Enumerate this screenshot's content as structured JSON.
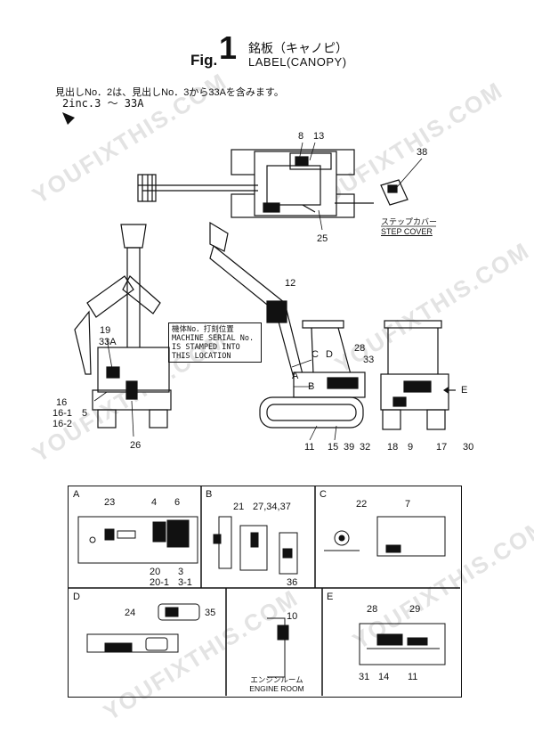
{
  "title": {
    "prefix": "Fig.",
    "number": "1",
    "jp": "銘板（キャノピ）",
    "en": "LABEL(CANOPY)"
  },
  "notes": {
    "jp": "見出しNo．2は、見出しNo．3から33Aを含みます。",
    "en": "2inc.3 ～ 33A"
  },
  "serial_box": {
    "line1": "機体No．打刻位置",
    "line2": "MACHINE SERIAL No.",
    "line3": "IS STAMPED INTO",
    "line4": "THIS LOCATION"
  },
  "step_cover": {
    "jp": "ステップカバー",
    "en": "STEP COVER"
  },
  "engine_room": {
    "jp": "エンジンルーム",
    "en": "ENGINE ROOM"
  },
  "watermark": "YOUFIXTHIS.COM",
  "callouts": {
    "c8": "8",
    "c13": "13",
    "c38": "38",
    "c25": "25",
    "c12": "12",
    "c19": "19",
    "c33A": "33A",
    "c16": "16",
    "c16_1": "16-1",
    "c16_2": "16-2",
    "c5": "5",
    "c26": "26",
    "c28": "28",
    "c33": "33",
    "c11": "11",
    "c15": "15",
    "c39": "39",
    "c32": "32",
    "c18": "18",
    "c9": "9",
    "c17": "17",
    "c30": "30",
    "cA": "A",
    "cB": "B",
    "cC": "C",
    "cD": "D",
    "cE": "E"
  },
  "panels": {
    "A": {
      "tag": "A",
      "n23": "23",
      "n4": "4",
      "n6": "6",
      "n20": "20",
      "n20_1": "20-1",
      "n3": "3",
      "n3_1": "3-1"
    },
    "B": {
      "tag": "B",
      "n21": "21",
      "n27": "27,34,37",
      "n36": "36"
    },
    "C": {
      "tag": "C",
      "n22": "22",
      "n7": "7"
    },
    "D": {
      "tag": "D",
      "n24": "24",
      "n35": "35"
    },
    "ER": {
      "n10": "10"
    },
    "E": {
      "tag": "E",
      "n28": "28",
      "n29": "29",
      "n31": "31",
      "n14": "14",
      "n11": "11"
    }
  }
}
